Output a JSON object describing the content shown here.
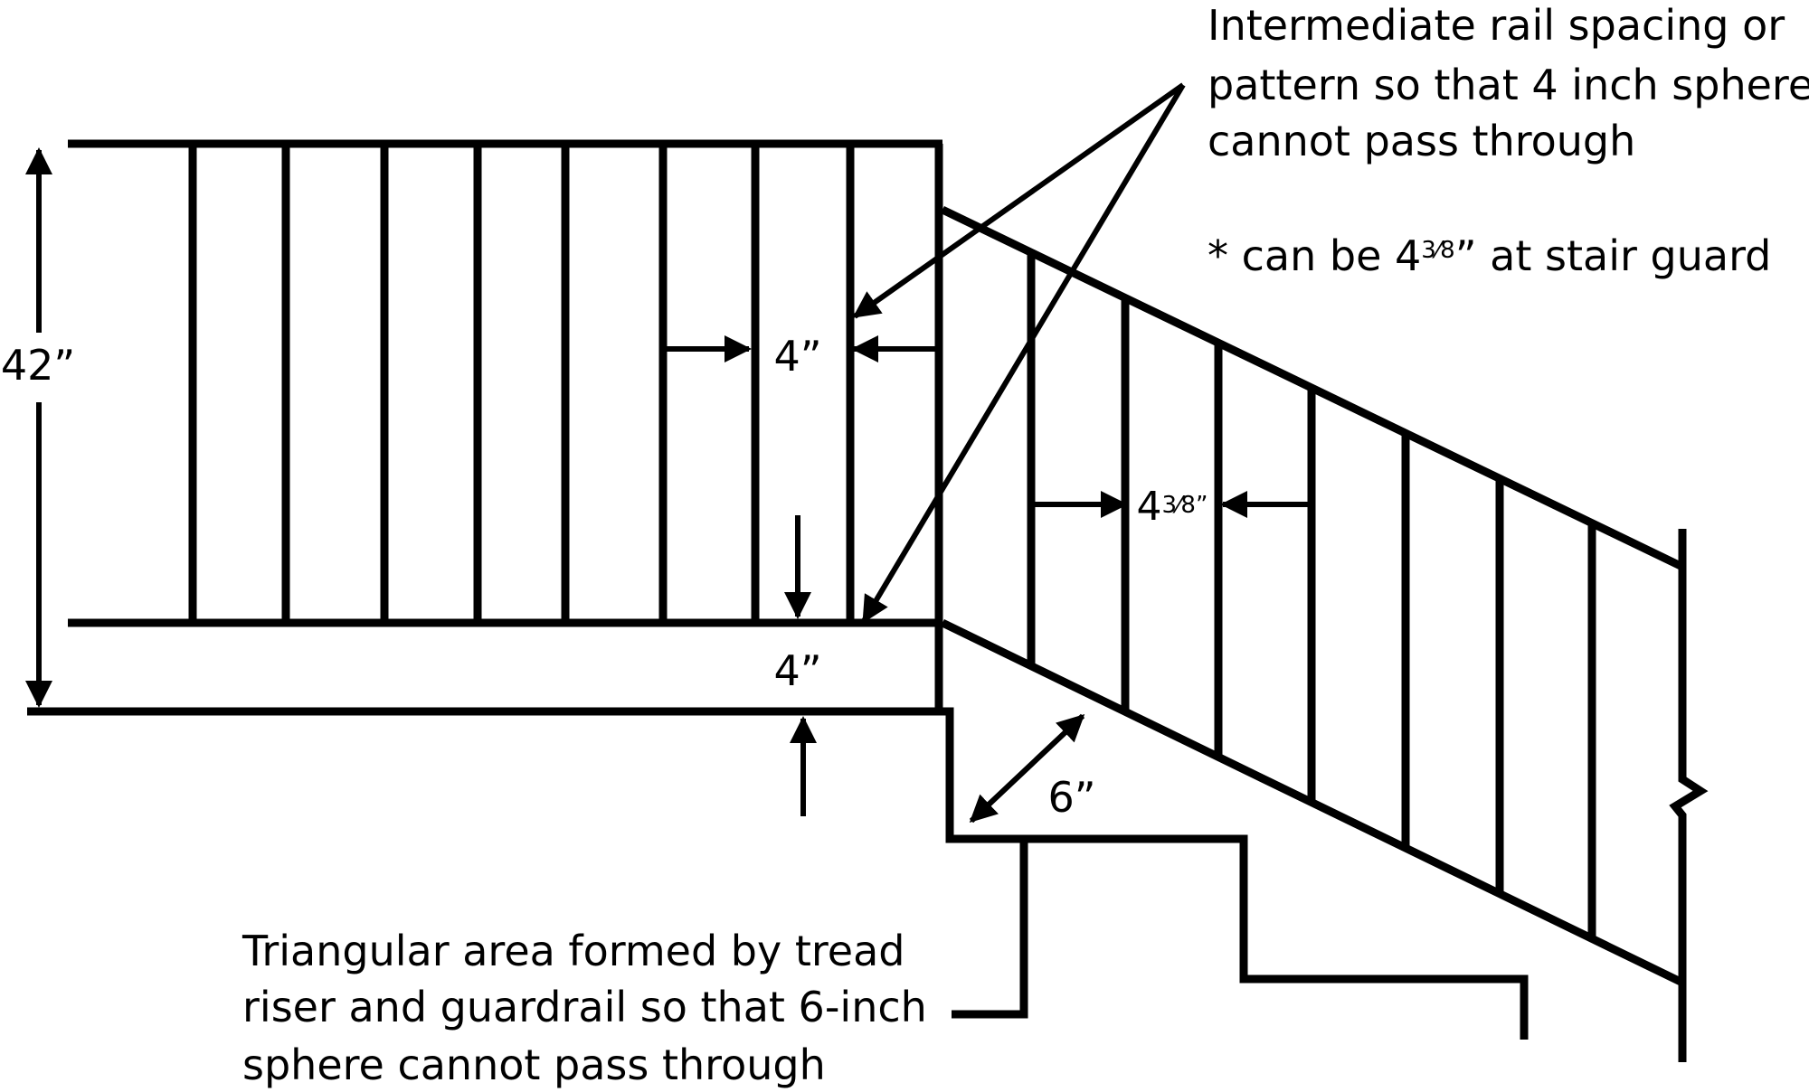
{
  "diagram": {
    "dim_height": "42”",
    "dim_baluster_gap": "4”",
    "dim_bottom_gap": "4”",
    "dim_stair_gap_whole": "4",
    "dim_stair_gap_fraction": "3⁄8”",
    "dim_triangle": "6”",
    "note_intermediate": [
      "Intermediate rail spacing or",
      "pattern so that 4 inch sphere",
      "cannot pass through"
    ],
    "note_stair_prefix": "* can be 4",
    "note_stair_fraction": "3⁄8",
    "note_stair_suffix": "”  at stair guard",
    "note_triangle": [
      "Triangular area formed by tread",
      "riser and guardrail so that 6-inch",
      "sphere cannot pass through"
    ]
  }
}
